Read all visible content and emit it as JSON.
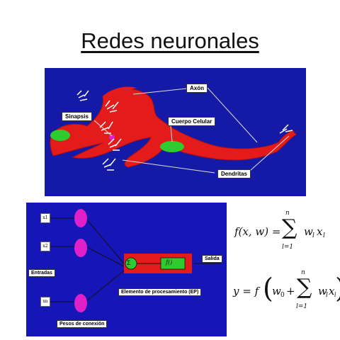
{
  "title": "Redes neuronales",
  "neuron": {
    "labels": {
      "axon": "Axón",
      "synapse": "Sinapsis",
      "cell_body": "Cuerpo Celular",
      "dendrites": "Dendritas"
    }
  },
  "network": {
    "inputs": [
      "x1",
      "x2",
      "xn"
    ],
    "labels": {
      "inputs": "Entradas",
      "weights": "Pesos de conexión",
      "processing": "Elemento de procesamiento (EP)",
      "output": "Salida"
    },
    "sum_symbol": "Σ",
    "activation": "f()"
  },
  "formulas": {
    "f1_lhs": "f(x, w) =",
    "f1_sum": "∑",
    "f1_upper": "n",
    "f1_lower": "l=1",
    "f1_term": "w",
    "f1_term_sub": "l",
    "f1_var": "x",
    "f1_var_sub": "l",
    "f2_lhs": "y = f",
    "f2_open": "(",
    "f2_w0": "w",
    "f2_w0_sub": "0",
    "f2_plus": "+",
    "f2_sum": "∑",
    "f2_upper": "n",
    "f2_lower": "l=1",
    "f2_term": "w",
    "f2_term_sub": "l",
    "f2_var": "x",
    "f2_var_sub": "l",
    "f2_close": ")"
  },
  "colors": {
    "panel_blue": "#151aa6",
    "neuron_red": "#e31b1b",
    "green": "#2ecc2e",
    "magenta": "#e020c8"
  }
}
